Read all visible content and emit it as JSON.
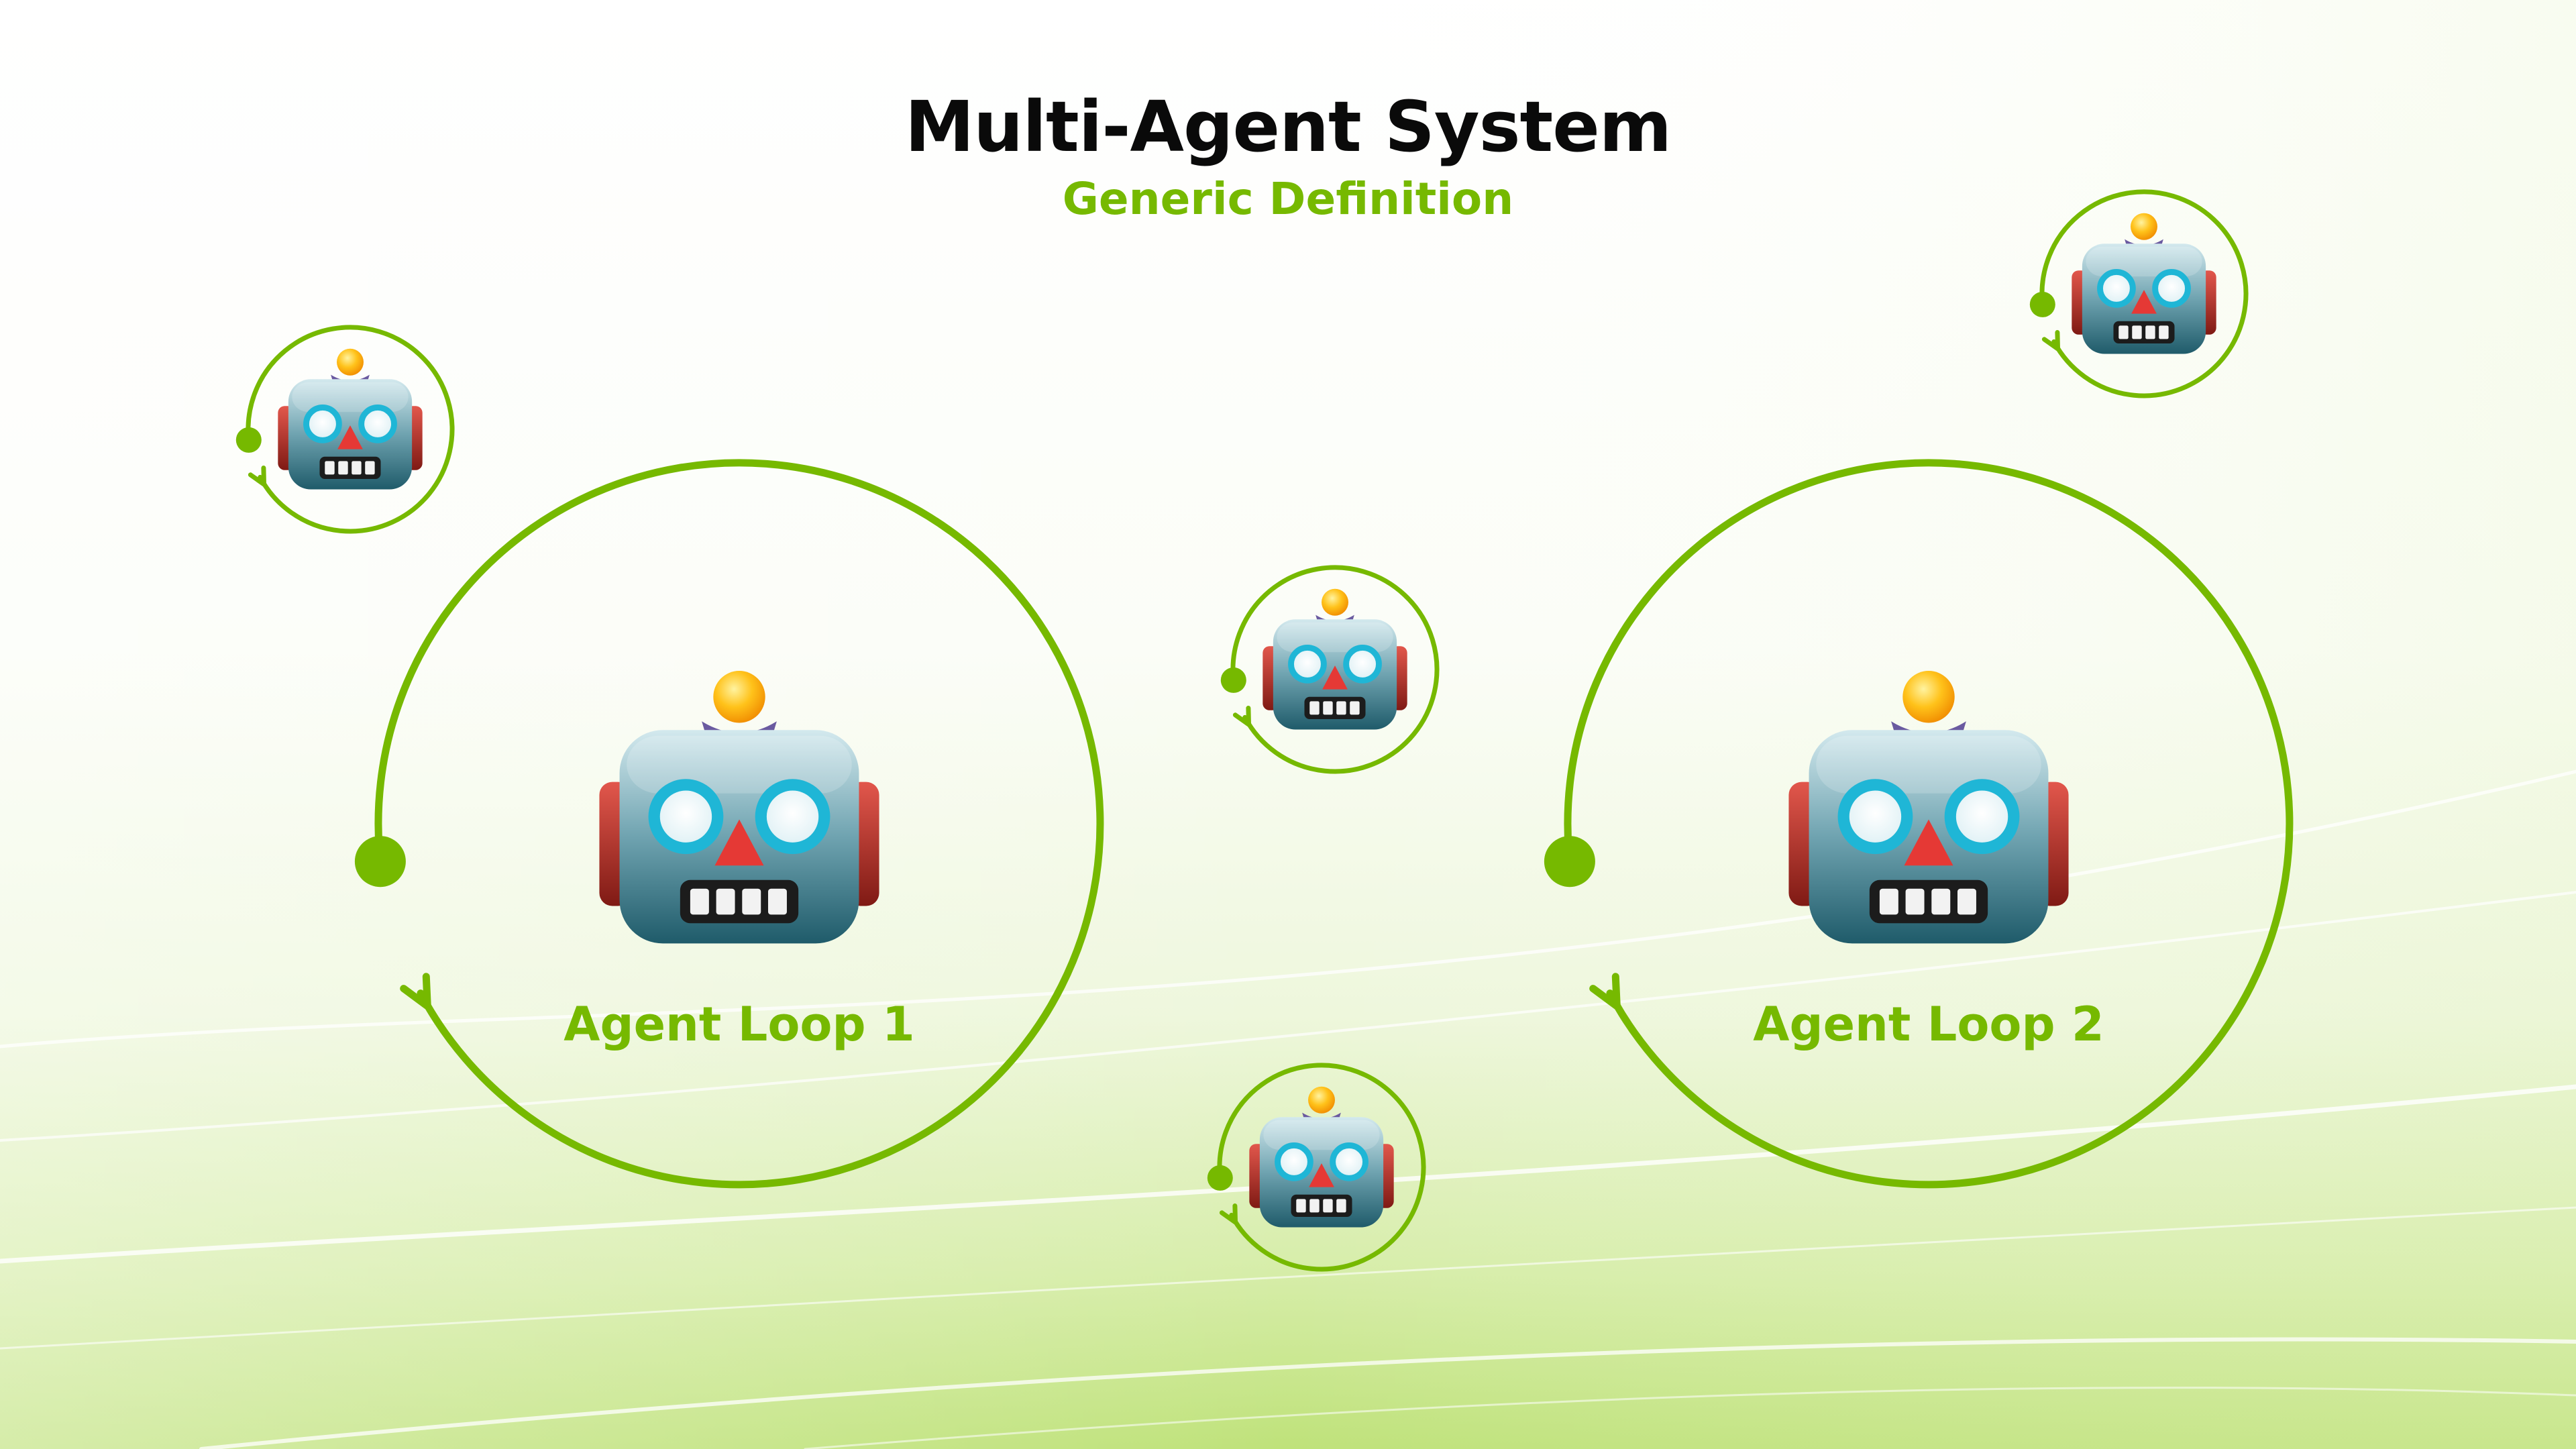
{
  "title": "Multi-Agent System",
  "subtitle": "Generic Definition",
  "accent_color": "#76b900",
  "icon": "robot-face-icon",
  "loops": [
    {
      "label": "Agent Loop 1"
    },
    {
      "label": "Agent Loop 2"
    }
  ]
}
